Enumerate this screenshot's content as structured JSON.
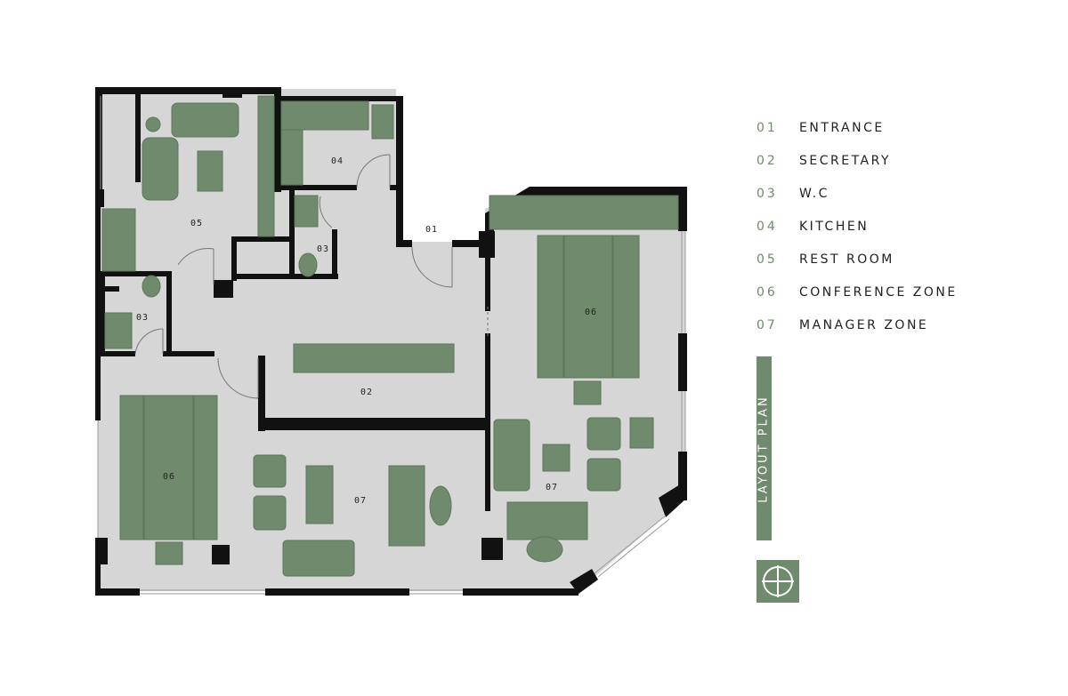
{
  "plan": {
    "title": "LAYOUT PLAN",
    "room_labels": [
      {
        "id": "01",
        "room": "entrance"
      },
      {
        "id": "02",
        "room": "secretary"
      },
      {
        "id": "03",
        "room": "wc-upper"
      },
      {
        "id": "03",
        "room": "wc-lower"
      },
      {
        "id": "04",
        "room": "kitchen"
      },
      {
        "id": "05",
        "room": "rest-room"
      },
      {
        "id": "06",
        "room": "conference-right"
      },
      {
        "id": "06",
        "room": "conference-left"
      },
      {
        "id": "07",
        "room": "manager-left"
      },
      {
        "id": "07",
        "room": "manager-right"
      }
    ],
    "legend": [
      {
        "num": "01",
        "name": "ENTRANCE"
      },
      {
        "num": "02",
        "name": "SECRETARY"
      },
      {
        "num": "03",
        "name": "W.C"
      },
      {
        "num": "04",
        "name": "KITCHEN"
      },
      {
        "num": "05",
        "name": "REST ROOM"
      },
      {
        "num": "06",
        "name": "CONFERENCE ZONE"
      },
      {
        "num": "07",
        "name": "MANAGER ZONE"
      }
    ]
  },
  "colors": {
    "wall": "#111111",
    "floor": "#d6d6d6",
    "furniture": "#6f8a6c",
    "accent": "#6f8a6c"
  },
  "icons": {
    "north": "compass-icon"
  }
}
